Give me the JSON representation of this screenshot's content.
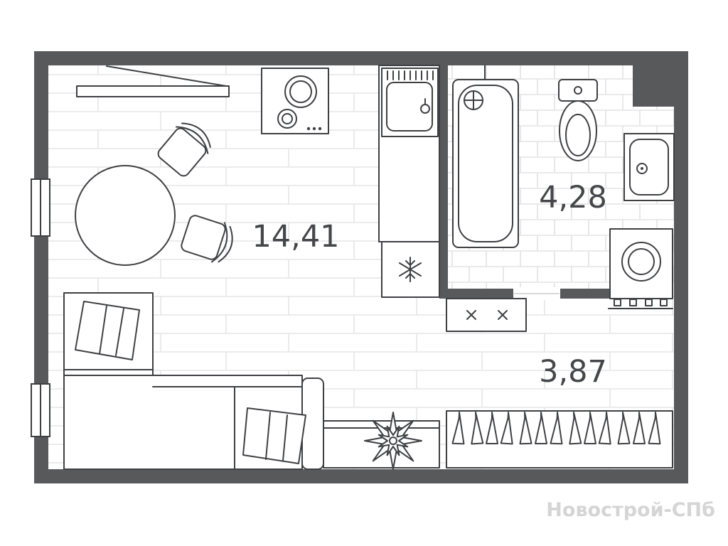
{
  "rooms": {
    "living": {
      "area": "14,41"
    },
    "bathroom": {
      "area": "4,28"
    },
    "hallway": {
      "area": "3,87"
    }
  },
  "watermark": "Новострой-СПб",
  "colors": {
    "background": "#ffffff",
    "wall": "#58595b",
    "line": "#3f4043",
    "plank_line": "#e6e6e6",
    "tile_line": "#e3e3e3",
    "label_text": "#45464a",
    "threshold": "#d9d9d9",
    "watermark_text": "#cbcbcb"
  },
  "icons": {
    "fridge": "snowflake-icon",
    "wardrobe": "hanger-icon",
    "hooks": "cross-hook-icon",
    "plant": "plant-star-icon"
  }
}
